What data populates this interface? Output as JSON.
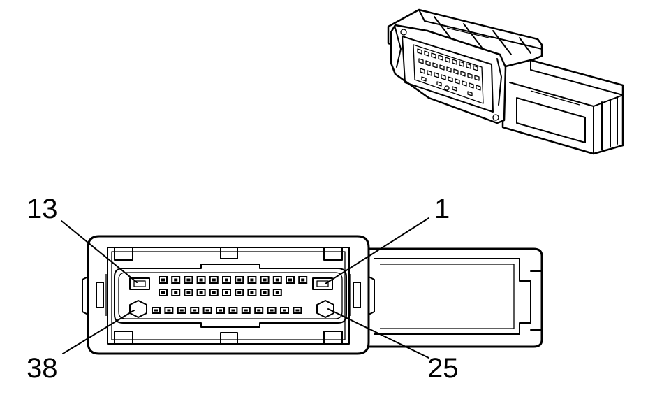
{
  "pin_labels": {
    "top_left": "13",
    "top_right": "1",
    "bottom_left": "38",
    "bottom_right": "25"
  },
  "connector": {
    "top_row_cavities": 12,
    "middle_row_cavities": 10,
    "bottom_row_cavities": 12
  }
}
